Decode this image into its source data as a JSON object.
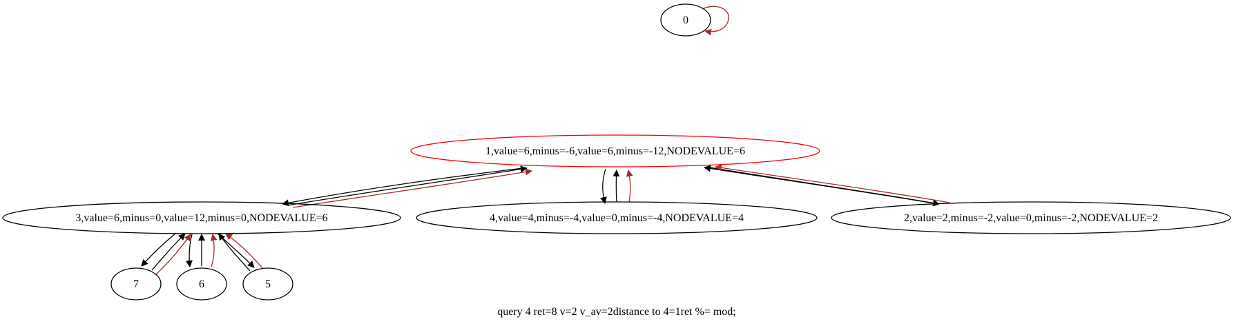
{
  "graph": {
    "colors": {
      "default": "#000000",
      "highlight": "#ff0000",
      "back_edge": "#a52a2a"
    },
    "nodes": [
      {
        "id": "0",
        "label": "0",
        "color": "#000000"
      },
      {
        "id": "1",
        "label": "1,value=6,minus=-6,value=6,minus=-12,NODEVALUE=6",
        "color": "#ff0000"
      },
      {
        "id": "3",
        "label": "3,value=6,minus=0,value=12,minus=0,NODEVALUE=6",
        "color": "#000000"
      },
      {
        "id": "4",
        "label": "4,value=4,minus=-4,value=0,minus=-4,NODEVALUE=4",
        "color": "#000000"
      },
      {
        "id": "2",
        "label": "2,value=2,minus=-2,value=0,minus=-2,NODEVALUE=2",
        "color": "#000000"
      },
      {
        "id": "7",
        "label": "7",
        "color": "#000000"
      },
      {
        "id": "6",
        "label": "6",
        "color": "#000000"
      },
      {
        "id": "5",
        "label": "5",
        "color": "#000000"
      }
    ],
    "edges": [
      {
        "from": "0",
        "to": "0",
        "color": "#a52a2a"
      },
      {
        "from": "1",
        "to": "3",
        "color": "#000000"
      },
      {
        "from": "3",
        "to": "1",
        "color": "#000000"
      },
      {
        "from": "3",
        "to": "1",
        "color": "#a52a2a"
      },
      {
        "from": "1",
        "to": "4",
        "color": "#000000"
      },
      {
        "from": "4",
        "to": "1",
        "color": "#000000"
      },
      {
        "from": "4",
        "to": "1",
        "color": "#a52a2a"
      },
      {
        "from": "1",
        "to": "2",
        "color": "#000000"
      },
      {
        "from": "2",
        "to": "1",
        "color": "#000000"
      },
      {
        "from": "2",
        "to": "1",
        "color": "#a52a2a"
      },
      {
        "from": "3",
        "to": "7",
        "color": "#000000"
      },
      {
        "from": "7",
        "to": "3",
        "color": "#000000"
      },
      {
        "from": "7",
        "to": "3",
        "color": "#a52a2a"
      },
      {
        "from": "3",
        "to": "6",
        "color": "#000000"
      },
      {
        "from": "6",
        "to": "3",
        "color": "#000000"
      },
      {
        "from": "6",
        "to": "3",
        "color": "#a52a2a"
      },
      {
        "from": "3",
        "to": "5",
        "color": "#000000"
      },
      {
        "from": "5",
        "to": "3",
        "color": "#000000"
      },
      {
        "from": "5",
        "to": "3",
        "color": "#a52a2a"
      }
    ],
    "caption": "query 4 ret=8 v=2 v_av=2distance to 4=1ret %= mod;"
  }
}
